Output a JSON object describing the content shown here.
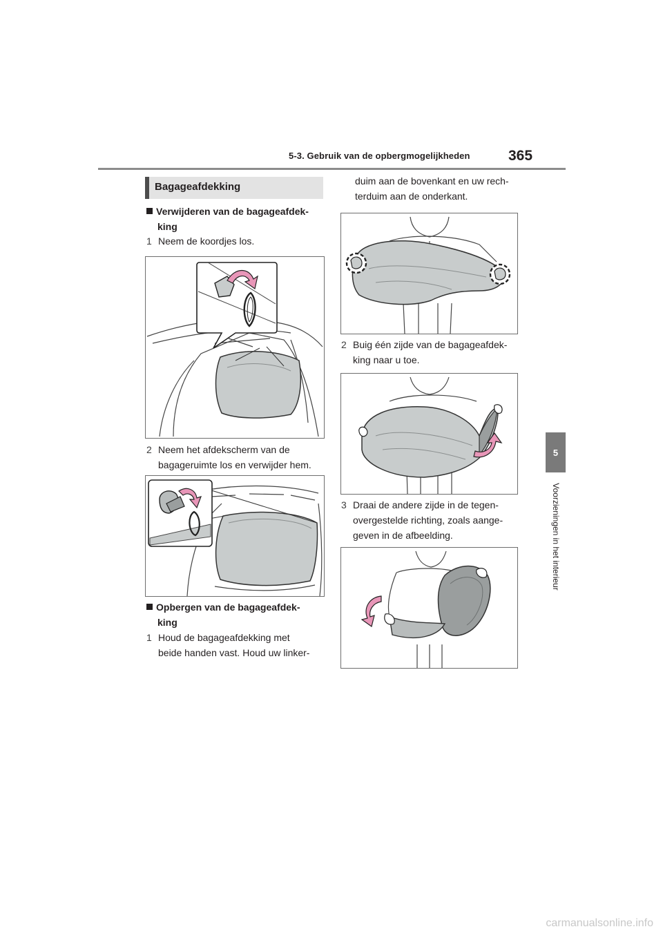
{
  "header": {
    "section": "5-3. Gebruik van de opbergmogelijkheden",
    "page_number": "365"
  },
  "sidebar": {
    "tab_number": "5",
    "chapter_title": "Voorzieningen in het interieur"
  },
  "section_title": "Bagageafdekking",
  "left_column": {
    "removal_heading_line1": "Verwijderen van de bagageafdek-",
    "removal_heading_line2": "king",
    "step1_num": "1",
    "step1_text": "Neem de koordjes los.",
    "step2_num": "2",
    "step2_line1": "Neem het afdekscherm van de",
    "step2_line2": "bagageruimte los en verwijder hem.",
    "storage_heading_line1": "Opbergen van de bagageafdek-",
    "storage_heading_line2": "king",
    "step3_num": "1",
    "step3_line1": "Houd de bagageafdekking met",
    "step3_line2": "beide handen vast. Houd uw linker-"
  },
  "right_column": {
    "cont_line1": "duim aan de bovenkant en uw rech-",
    "cont_line2": "terduim aan de onderkant.",
    "step4_num": "2",
    "step4_line1": "Buig één zijde van de bagageafdek-",
    "step4_line2": "king naar u toe.",
    "step5_num": "3",
    "step5_line1": "Draai de andere zijde in de tegen-",
    "step5_line2": "overgestelde richting, zoals aange-",
    "step5_line3": "geven in de afbeelding."
  },
  "colors": {
    "accent_arrow": "#e896b8",
    "cover_fill": "#c8cccc",
    "cover_dark": "#9a9e9e",
    "rule": "#8c8c8c"
  },
  "footer": {
    "watermark": "carmanualsonline.info"
  }
}
